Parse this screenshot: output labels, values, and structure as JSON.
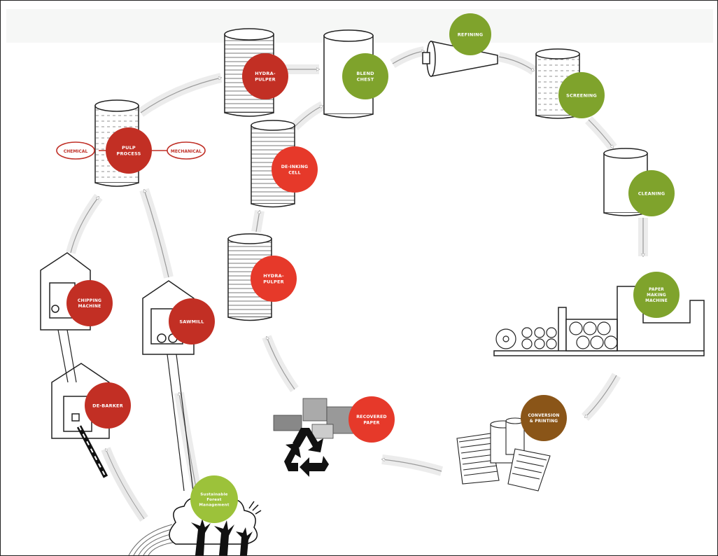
{
  "colors": {
    "red": "#c22f24",
    "orange_red": "#e6392a",
    "green": "#7fa32c",
    "light_green": "#9cc23a",
    "brown": "#8a5518",
    "ring_red": "#c03027",
    "line": "#333333"
  },
  "nodes": {
    "hydrapulper_top": [
      "HYDRA-",
      "PULPER"
    ],
    "blend_chest": [
      "BLEND",
      "CHEST"
    ],
    "refining": [
      "REFINING"
    ],
    "screening": [
      "SCREENING"
    ],
    "cleaning": [
      "CLEANING"
    ],
    "paper_machine": [
      "PAPER",
      "MAKING",
      "MACHINE"
    ],
    "conversion": [
      "CONVERSION",
      "& PRINTING"
    ],
    "recovered_paper": [
      "RECOVERED",
      "PAPER"
    ],
    "hydrapulper_low": [
      "HYDRA-",
      "PULPER"
    ],
    "deinking": [
      "DE-INKING",
      "CELL"
    ],
    "pulp_process": [
      "PULP",
      "PROCESS"
    ],
    "chipping": [
      "CHIPPING",
      "MACHINE"
    ],
    "sawmill": [
      "SAWMILL"
    ],
    "debarker": [
      "DE-BARKER"
    ],
    "forest": [
      "Sustainable",
      "Forest",
      "Management"
    ]
  },
  "pulp_options": {
    "left": "CHEMICAL",
    "right": "MECHANICAL"
  },
  "icons": [
    "recycle-icon",
    "tree-icon",
    "cylinder-tank-icon",
    "mill-building-icon",
    "paper-stack-icon"
  ]
}
